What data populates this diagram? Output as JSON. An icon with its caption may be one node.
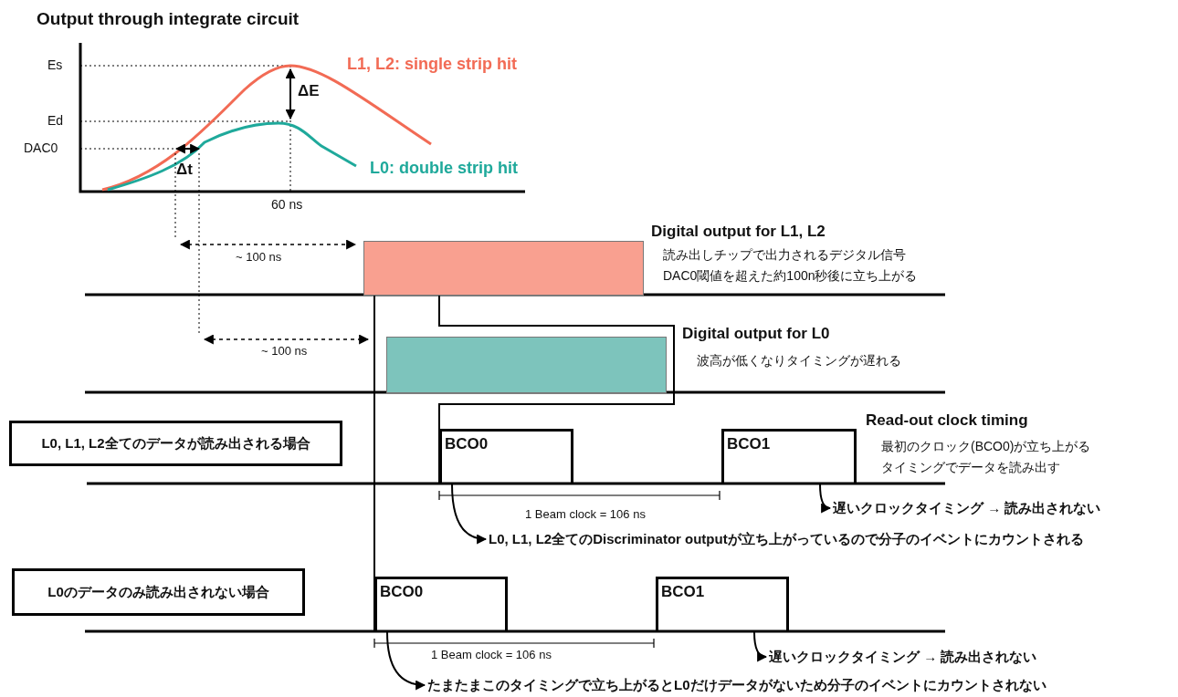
{
  "diagram": {
    "nodes": [
      {
        "text": [
          "Digital output for L1, L2",
          "読み出しチップで出力されるデジタル信号",
          "DAC0閾値を超えた約100n秒後に立ち上がる"
        ]
      },
      {
        "text": [
          "Digital output for L0",
          "波高が低くなりタイミングが遅れる"
        ]
      },
      {
        "text": [
          "L0, L1, L2全てのデータが読み出される場合"
        ]
      },
      {
        "text": [
          "BCO0"
        ]
      },
      {
        "text": [
          "BCO1"
        ]
      },
      {
        "text": [
          "遅いクロックタイミング → 読み出されない"
        ]
      },
      {
        "text": [
          "L0, L1, L2全てのDiscriminator outputが立ち上がっているので分子のイベントにカウントされる"
        ]
      },
      {
        "text": [
          "L0のデータのみ読み出されない場合"
        ]
      },
      {
        "text": [
          "BCO0"
        ]
      },
      {
        "text": [
          "BCO1"
        ]
      },
      {
        "text": [
          "遅いクロックタイミング → 読み出されない"
        ]
      },
      {
        "text": [
          "たまたまこのタイミングで立ち上がるとL0だけデータがないため分子のイベントにカウントされない"
        ]
      }
    ],
    "edges": [
      {
        "from": 8,
        "to": 0,
        "arrow": "to"
      },
      {
        "from": 3,
        "to": 0,
        "arrow": "to"
      },
      {
        "from": 4,
        "to": 5,
        "arrow": "to"
      },
      {
        "from": 3,
        "to": 6,
        "arrow": "to"
      },
      {
        "from": 9,
        "to": 10,
        "arrow": "to"
      },
      {
        "from": 8,
        "to": 11,
        "arrow": "to"
      }
    ],
    "labels": [
      "Output through integrate circuit",
      "Es",
      "L1, L2: single strip hit",
      "ΔE",
      "Ed",
      "DAC0",
      "Δt",
      "L0: double strip hit",
      "60 ns",
      "~ 100 ns",
      "~ 100 ns",
      "Read-out clock timing",
      "最初のクロック(BCO0)が立ち上がる",
      "タイミングでデータを読み出す",
      "1 Beam clock = 106 ns",
      "1 Beam clock = 106 ns"
    ]
  }
}
